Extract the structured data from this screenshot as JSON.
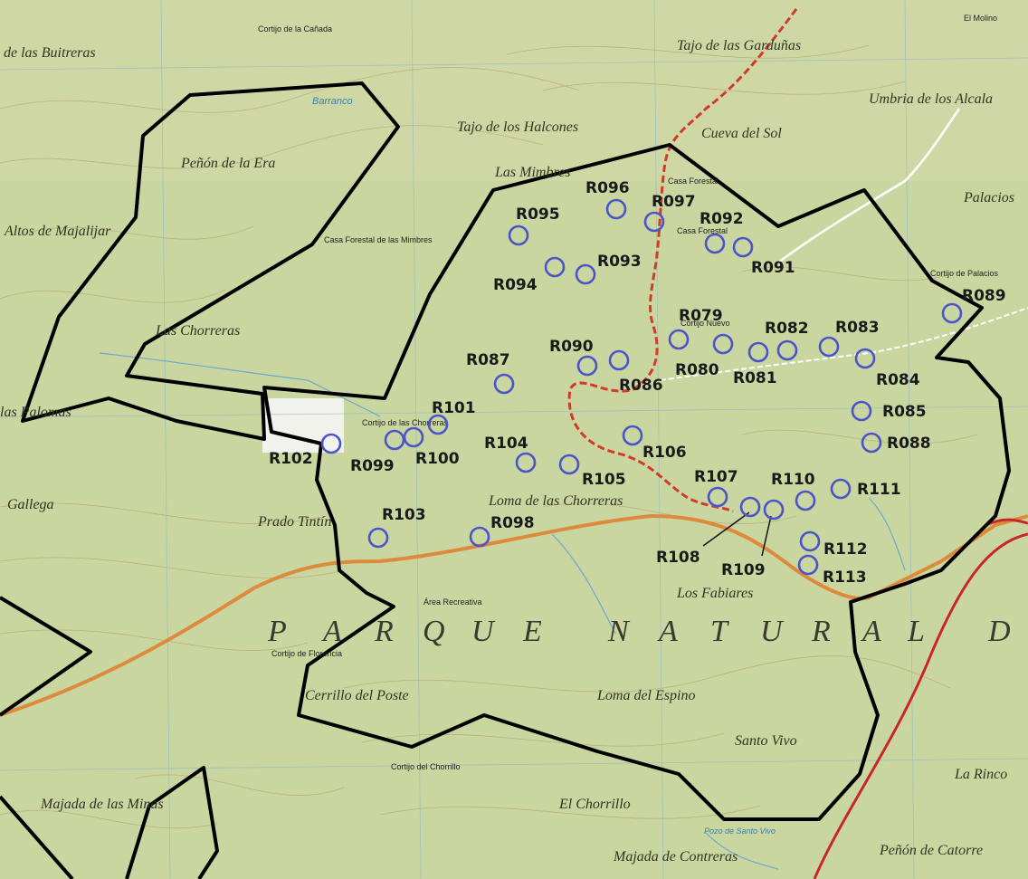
{
  "place_names": {
    "buitreras": "de las Buitreras",
    "cortijo_canada": "Cortijo de la Cañada",
    "tajo_gardunas": "Tajo de las Garduñas",
    "el_molino": "El Molino",
    "umbria": "Umbria de los Alcala",
    "penon_era": "Peñón de la Era",
    "tajo_halcones": "Tajo de los Halcones",
    "cueva_sol": "Cueva del Sol",
    "las_mimbres": "Las Mimbres",
    "casa_forestal_1": "Casa Forestal",
    "casa_forestal_2": "Casa Forestal",
    "casa_forestal_mimbres": "Casa Forestal de las Mimbres",
    "palacios": "Palacios",
    "altos": "Altos de Majalijar",
    "las_chorreras": "Las Chorreras",
    "cortijo_palacios": "Cortijo de Palacios",
    "cortijo_nuevo": "Cortijo Nuevo",
    "palomas": "las Palomas",
    "cortijo_chorreras": "Cortijo de las Chorreras",
    "gallega": "Gallega",
    "loma_chorreras": "Loma de las Chorreras",
    "prado_tintin": "Prado Tintín",
    "area_recreativa": "Área Recreativa",
    "los_fabiares": "Los Fabiares",
    "cortijo_florencia": "Cortijo de Florencia",
    "cerrillo_poste": "Cerrillo del Poste",
    "loma_espino": "Loma del Espino",
    "santo_vivo": "Santo Vivo",
    "cortijo_chorrillo": "Cortijo del Chorrillo",
    "el_chorrillo": "El Chorrillo",
    "majada_minas": "Majada de las Minas",
    "pozo_santo_vivo": "Pozo de Santo Vivo",
    "la_rinco": "La Rinco",
    "majada_contreras": "Majada de Contreras",
    "penon_catorre": "Peñón de Catorre",
    "barranco": "Barranco"
  },
  "park_name": [
    "P",
    "A",
    "R",
    "Q",
    "U",
    "E",
    "N",
    "A",
    "T",
    "U",
    "R",
    "A",
    "L",
    "D"
  ],
  "sites": [
    {
      "id": "R095",
      "label": "R095"
    },
    {
      "id": "R096",
      "label": "R096"
    },
    {
      "id": "R097",
      "label": "R097"
    },
    {
      "id": "R092",
      "label": "R092"
    },
    {
      "id": "R091",
      "label": "R091"
    },
    {
      "id": "R093",
      "label": "R093"
    },
    {
      "id": "R094",
      "label": "R094"
    },
    {
      "id": "R089",
      "label": "R089"
    },
    {
      "id": "R079",
      "label": "R079"
    },
    {
      "id": "R082",
      "label": "R082"
    },
    {
      "id": "R083",
      "label": "R083"
    },
    {
      "id": "R087",
      "label": "R087"
    },
    {
      "id": "R090",
      "label": "R090"
    },
    {
      "id": "R080",
      "label": "R080"
    },
    {
      "id": "R081",
      "label": "R081"
    },
    {
      "id": "R084",
      "label": "R084"
    },
    {
      "id": "R086",
      "label": "R086"
    },
    {
      "id": "R101",
      "label": "R101"
    },
    {
      "id": "R085",
      "label": "R085"
    },
    {
      "id": "R102",
      "label": "R102"
    },
    {
      "id": "R099",
      "label": "R099"
    },
    {
      "id": "R100",
      "label": "R100"
    },
    {
      "id": "R104",
      "label": "R104"
    },
    {
      "id": "R106",
      "label": "R106"
    },
    {
      "id": "R088",
      "label": "R088"
    },
    {
      "id": "R105",
      "label": "R105"
    },
    {
      "id": "R107",
      "label": "R107"
    },
    {
      "id": "R110",
      "label": "R110"
    },
    {
      "id": "R111",
      "label": "R111"
    },
    {
      "id": "R103",
      "label": "R103"
    },
    {
      "id": "R098",
      "label": "R098"
    },
    {
      "id": "R108",
      "label": "R108"
    },
    {
      "id": "R109",
      "label": "R109"
    },
    {
      "id": "R112",
      "label": "R112"
    },
    {
      "id": "R113",
      "label": "R113"
    }
  ],
  "colors": {
    "terrain": "#c9d6a0",
    "boundary": "#000000",
    "site_marker": "#4b54c8",
    "trail_red": "#d23a2a",
    "road_orange": "#de8a3c",
    "highway_red": "#c8262b",
    "grid": "#8fb8c8"
  }
}
